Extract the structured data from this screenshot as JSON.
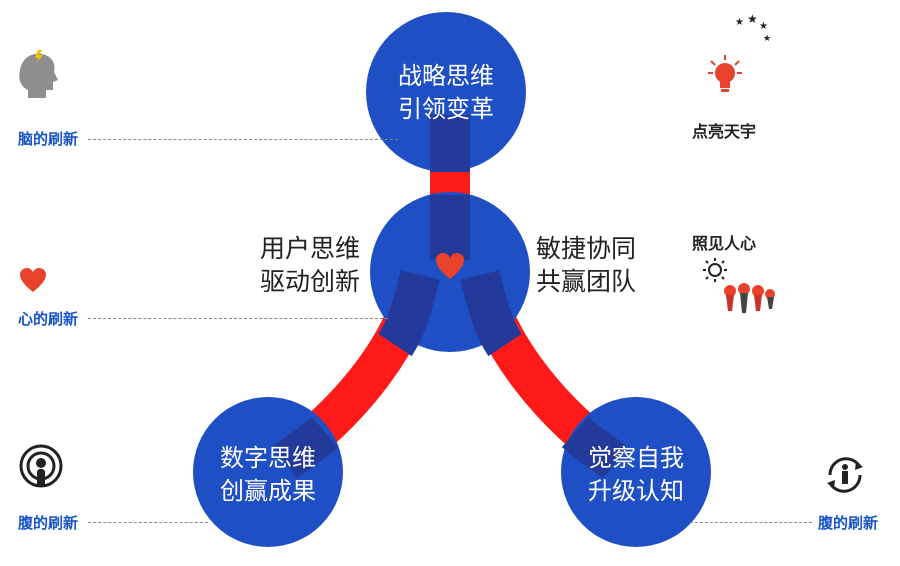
{
  "nodes": {
    "top": {
      "line1": "战略思维",
      "line2": "引领变革"
    },
    "center_left": {
      "line1": "用户思维",
      "line2": "驱动创新"
    },
    "center_right": {
      "line1": "敏捷协同",
      "line2": "共赢团队"
    },
    "bottom_left": {
      "line1": "数字思维",
      "line2": "创赢成果"
    },
    "bottom_right": {
      "line1": "觉察自我",
      "line2": "升级认知"
    }
  },
  "left_labels": {
    "brain": "脑的刷新",
    "heart": "心的刷新",
    "belly": "腹的刷新"
  },
  "right_labels": {
    "light": "点亮天宇",
    "see": "照见人心",
    "belly": "腹的刷新"
  },
  "colors": {
    "circle_blue": "#1f4fc4",
    "overlap_blue": "#243a9a",
    "path_red": "#ff1a1a",
    "heart_red": "#e8412c",
    "label_blue": "#1a55c8"
  },
  "icons": [
    "head-icon",
    "heart-icon",
    "podcast-icon",
    "lightbulb-icon",
    "stars-icon",
    "sun-icon",
    "team-hearts-icon",
    "cycle-person-icon"
  ]
}
